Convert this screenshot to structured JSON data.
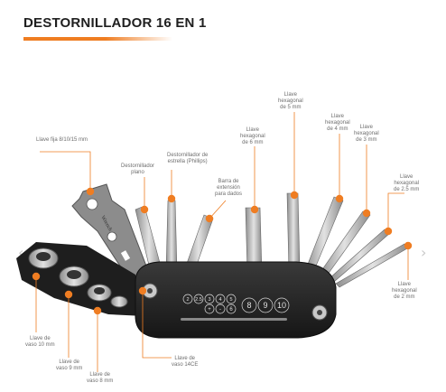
{
  "title": "DESTORNILLADOR 16 EN 1",
  "colors": {
    "accent": "#ef7d22",
    "metal": "#b9b9b9",
    "body": "#2a2a2a",
    "label": "#6e6e6e"
  },
  "carousel": {
    "prev_icon": "chevron-left-icon",
    "next_icon": "chevron-right-icon"
  },
  "labels": {
    "llave_fija": "Llave fija 8/10/15 mm",
    "destornillador_plano": "Destornillador\nplano",
    "destornillador_estrella": "Destornillador de\nestrella (Phillips)",
    "barra_extension": "Barra de\nextensión\npara dados",
    "hex_6": "Llave\nhexagonal\nde 6 mm",
    "hex_5": "Llave\nhexagonal\nde 5 mm",
    "hex_4": "Llave\nhexagonal\nde 4 mm",
    "hex_3": "Llave\nhexagonal\nde 3 mm",
    "hex_25": "Llave\nhexagonal\nde 2.5 mm",
    "hex_2": "Llave\nhexagonal\nde 2 mm",
    "vaso_10": "Llave de\nvaso 10 mm",
    "vaso_9": "Llave de\nvaso 9 mm",
    "vaso_8": "Llave de\nvaso 8 mm",
    "vaso_14": "Llave de\nvaso 14CE"
  },
  "tool": {
    "wrench_engraving": "Wrench",
    "size_markings_top": [
      "2",
      "2.5",
      "3",
      "4",
      "5"
    ],
    "size_markings_bottom": [
      "+",
      "-",
      "6"
    ],
    "size_markings_large": [
      "8",
      "9",
      "10"
    ]
  }
}
